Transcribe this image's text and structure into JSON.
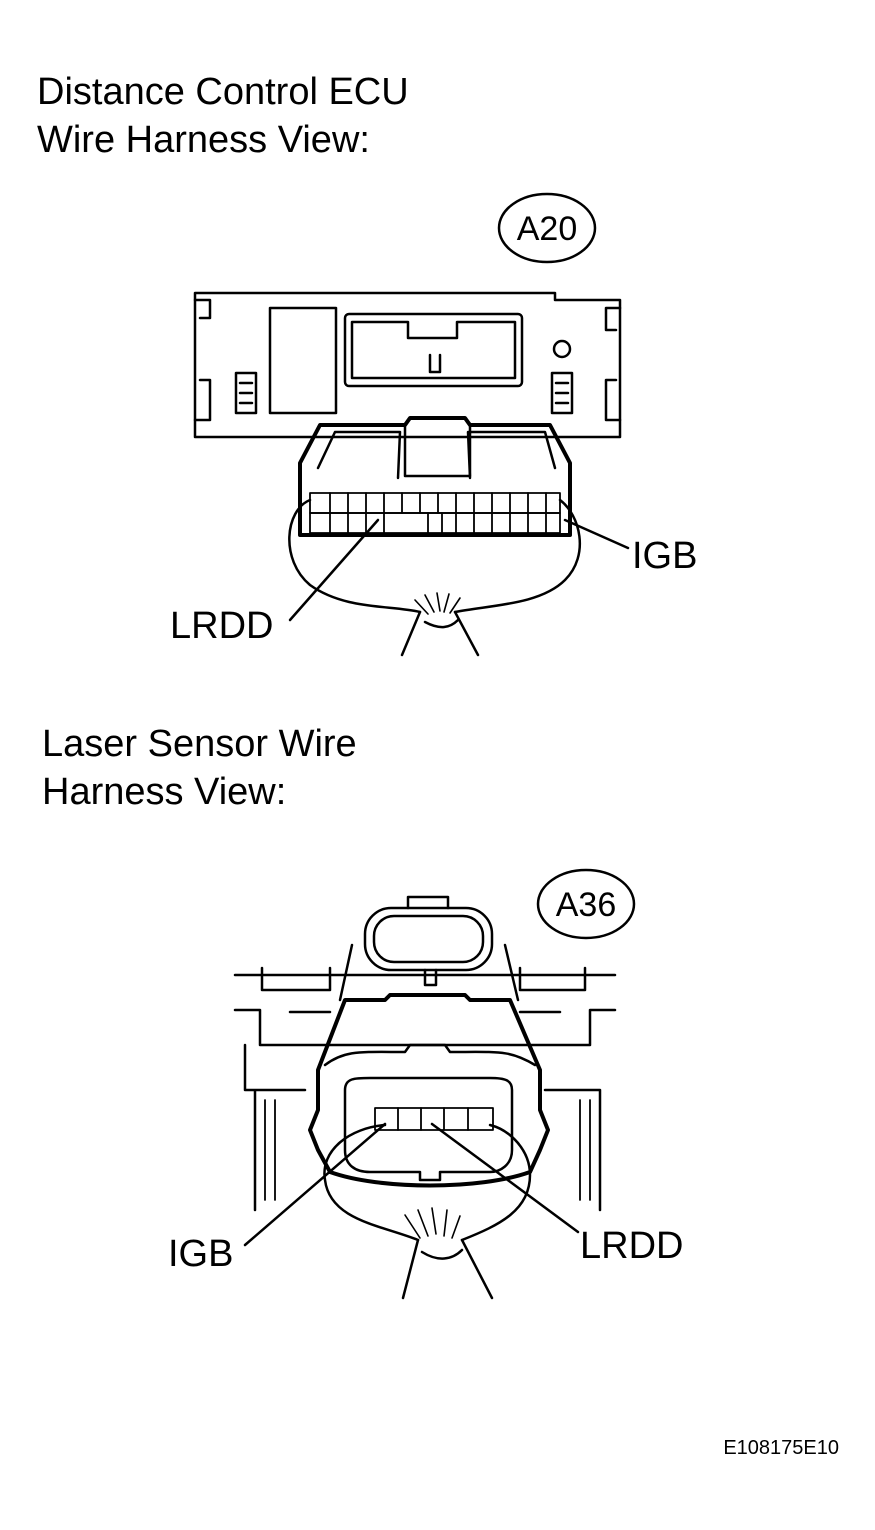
{
  "ecu_view": {
    "heading_line1": "Distance Control ECU",
    "heading_line2": "Wire Harness View:",
    "connector_id": "A20",
    "terminal_labels": {
      "igb": "IGB",
      "lrdd": "LRDD"
    }
  },
  "laser_view": {
    "heading_line1": "Laser Sensor Wire",
    "heading_line2": "Harness View:",
    "connector_id": "A36",
    "terminal_labels": {
      "igb": "IGB",
      "lrdd": "LRDD"
    }
  },
  "figure_code": "E108175E10",
  "colors": {
    "line": "#000000",
    "background": "#ffffff"
  }
}
